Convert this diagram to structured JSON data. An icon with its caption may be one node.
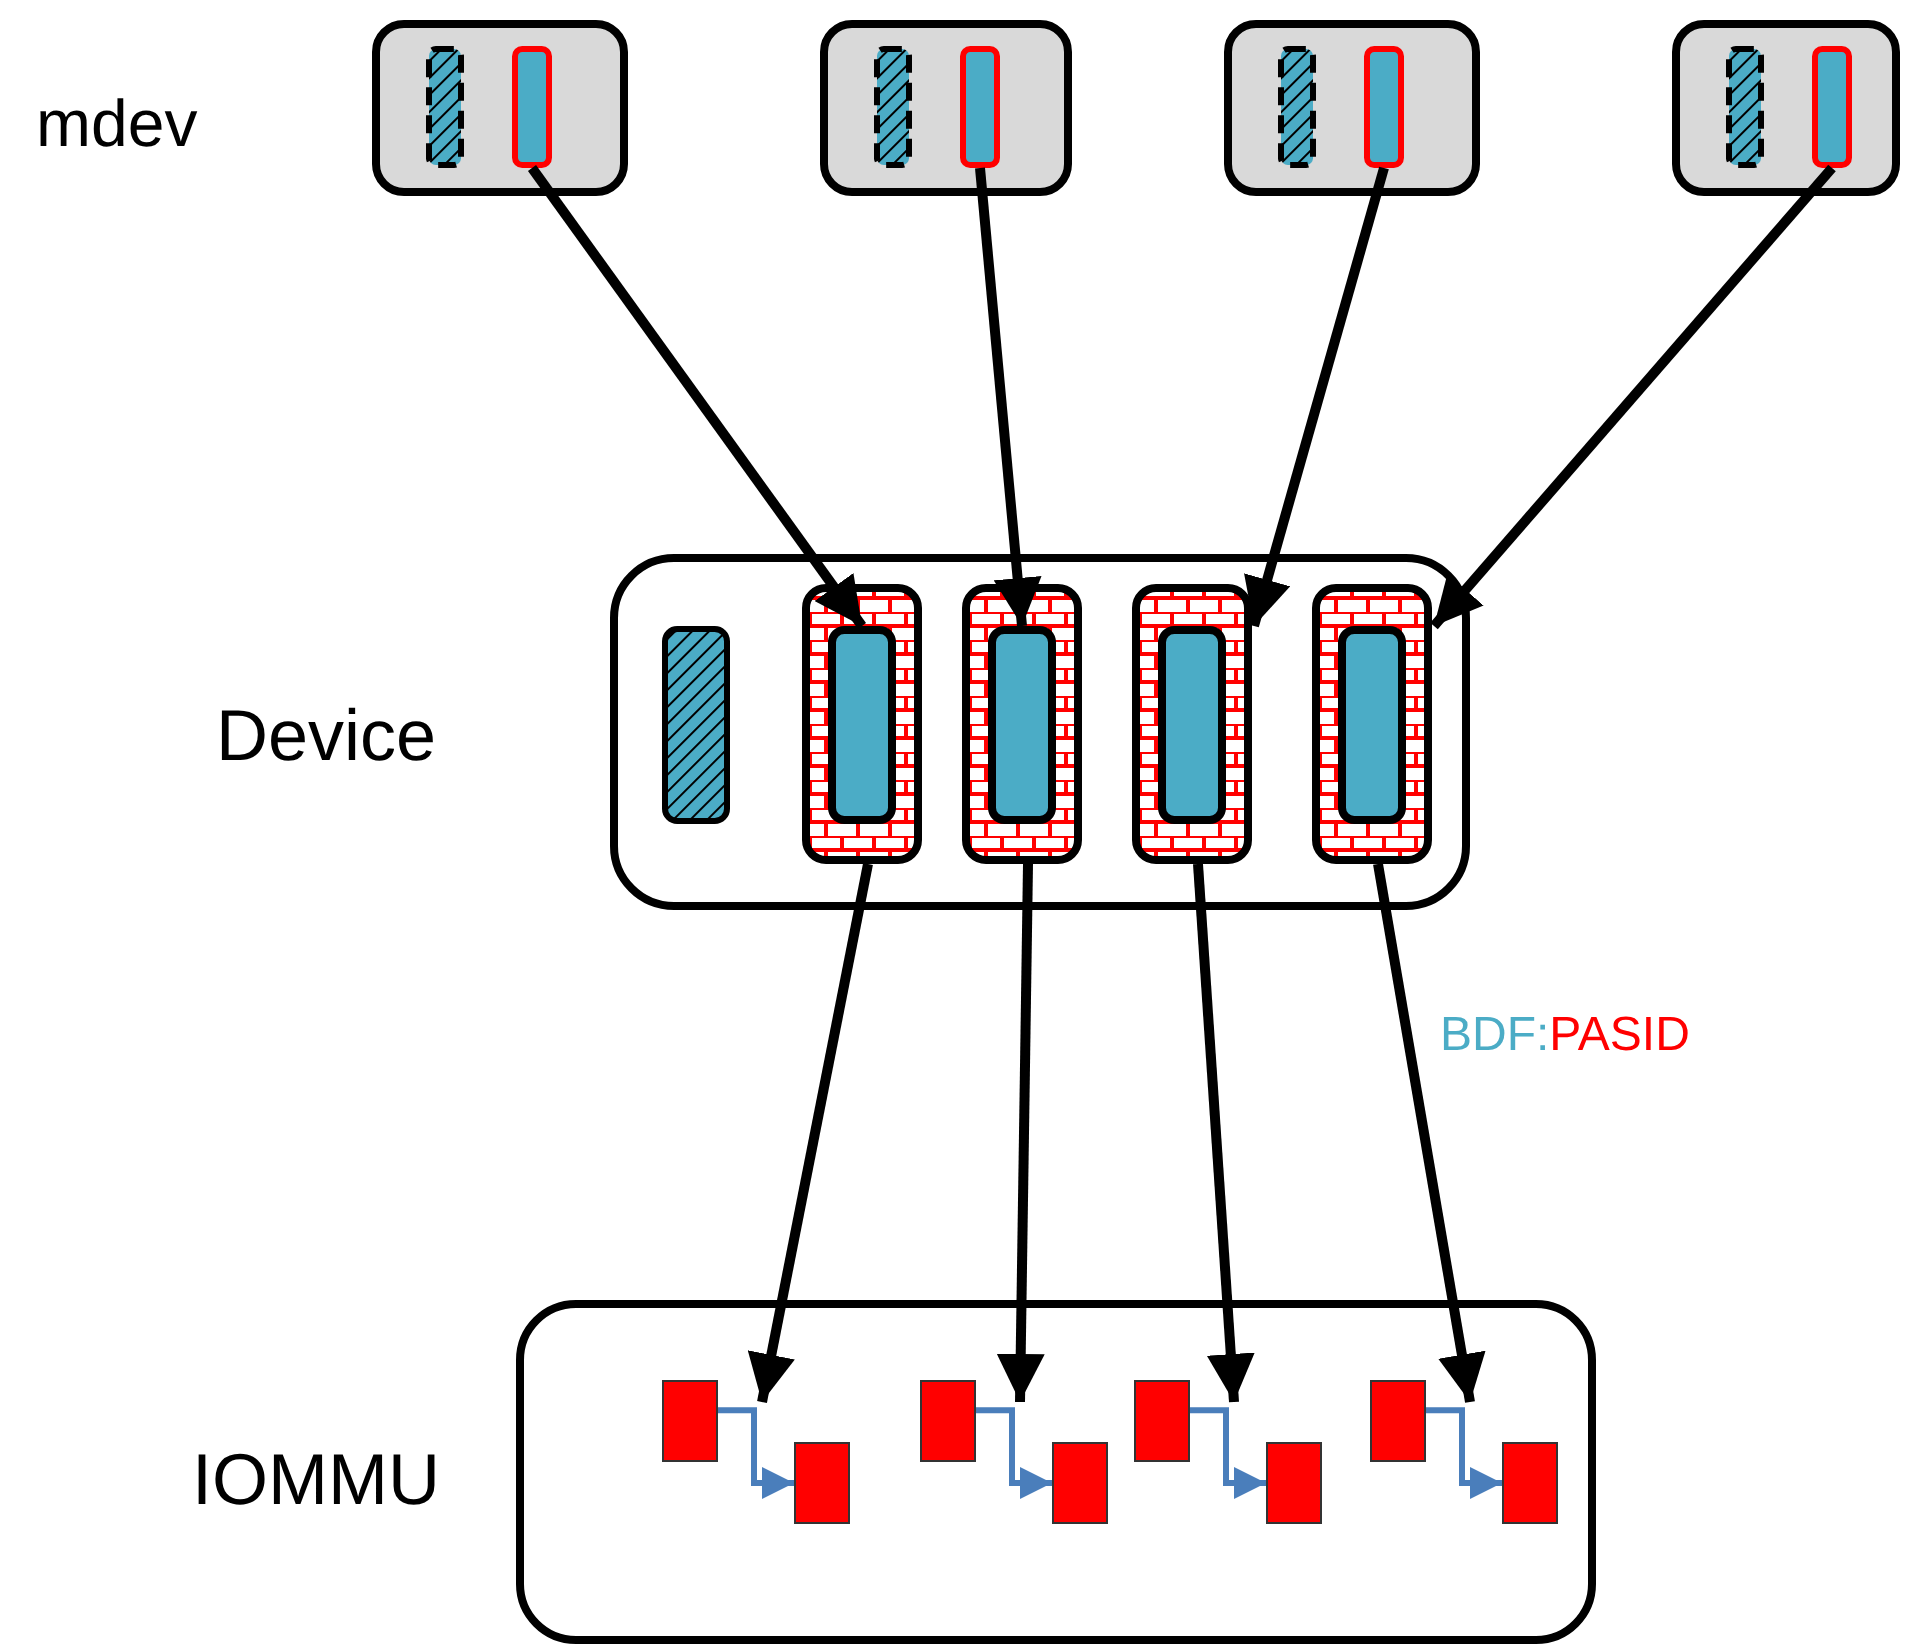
{
  "diagram": {
    "nodes": [
      {
        "text": [],
        "shape": "box"
      },
      {
        "text": [],
        "shape": "bar",
        "in": 0
      },
      {
        "text": [],
        "shape": "bar",
        "in": 0
      },
      {
        "text": [],
        "shape": "box"
      },
      {
        "text": [],
        "shape": "bar",
        "in": 3
      },
      {
        "text": [],
        "shape": "bar",
        "in": 3
      },
      {
        "text": [],
        "shape": "box"
      },
      {
        "text": [],
        "shape": "bar",
        "in": 6
      },
      {
        "text": [],
        "shape": "bar",
        "in": 6
      },
      {
        "text": [],
        "shape": "box"
      },
      {
        "text": [],
        "shape": "bar",
        "in": 9
      },
      {
        "text": [],
        "shape": "bar",
        "in": 9
      },
      {
        "text": [],
        "shape": "box"
      },
      {
        "text": [],
        "shape": "bar",
        "in": 12
      },
      {
        "text": [],
        "shape": "box",
        "in": 12
      },
      {
        "text": [],
        "shape": "bar",
        "in": 14
      },
      {
        "text": [],
        "shape": "box",
        "in": 12
      },
      {
        "text": [],
        "shape": "bar",
        "in": 16
      },
      {
        "text": [],
        "shape": "box",
        "in": 12
      },
      {
        "text": [],
        "shape": "bar",
        "in": 18
      },
      {
        "text": [],
        "shape": "box",
        "in": 12
      },
      {
        "text": [],
        "shape": "bar",
        "in": 20
      },
      {
        "text": [],
        "shape": "box"
      },
      {
        "text": [],
        "shape": "box",
        "in": 22
      },
      {
        "text": [],
        "shape": "box",
        "in": 22
      },
      {
        "text": [],
        "shape": "box",
        "in": 22
      },
      {
        "text": [],
        "shape": "box",
        "in": 22
      },
      {
        "text": [],
        "shape": "box",
        "in": 22
      },
      {
        "text": [],
        "shape": "box",
        "in": 22
      },
      {
        "text": [],
        "shape": "box",
        "in": 22
      },
      {
        "text": [],
        "shape": "box",
        "in": 22
      }
    ],
    "edges": [
      {
        "from": 2,
        "to": 15,
        "arrow": "to"
      },
      {
        "from": 5,
        "to": 17,
        "arrow": "to"
      },
      {
        "from": 8,
        "to": 19,
        "arrow": "to"
      },
      {
        "from": 11,
        "to": 21,
        "arrow": "to"
      },
      {
        "from": 14,
        "to": 24,
        "arrow": "to"
      },
      {
        "from": 16,
        "to": 26,
        "arrow": "to"
      },
      {
        "from": 18,
        "to": 28,
        "arrow": "to"
      },
      {
        "from": 20,
        "to": 30,
        "arrow": "to"
      },
      {
        "from": 23,
        "to": 24,
        "arrow": "to",
        "color": "#4a7ebb"
      },
      {
        "from": 25,
        "to": 26,
        "arrow": "to",
        "color": "#4a7ebb"
      },
      {
        "from": 27,
        "to": 28,
        "arrow": "to",
        "color": "#4a7ebb"
      },
      {
        "from": 29,
        "to": 30,
        "arrow": "to",
        "color": "#4a7ebb"
      }
    ],
    "labels": [
      "mdev",
      "Device",
      "IOMMU",
      "BDF:",
      "PASID"
    ]
  }
}
